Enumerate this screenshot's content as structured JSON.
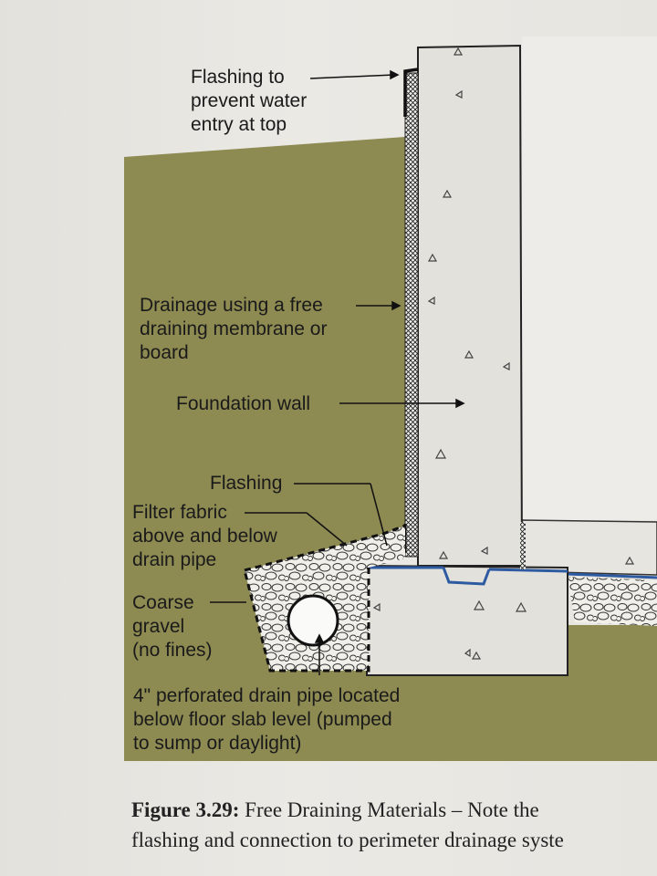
{
  "labels": {
    "flashing_top": "Flashing to\nprevent water\nentry at top",
    "drainage_membrane": "Drainage using a free\ndraining membrane or\nboard",
    "foundation_wall": "Foundation wall",
    "flashing": "Flashing",
    "filter_fabric": "Filter fabric\nabove and below\ndrain pipe",
    "coarse_gravel": "Coarse\ngravel\n(no fines)",
    "drain_pipe": "4\" perforated drain pipe located\nbelow floor slab level (pumped\nto sump or daylight)"
  },
  "caption": {
    "figure": "Figure 3.29:",
    "line1": " Free Draining Materials – Note the",
    "line2": "flashing and connection to perimeter drainage syste"
  },
  "colors": {
    "soil": "#8d8a52",
    "concrete": "#e2e1dc",
    "membrane": "#f2f2ee",
    "gravel_bg": "#f0efe9",
    "waterproofing": "#2d5aa0",
    "interior": "#f3f2ee"
  }
}
